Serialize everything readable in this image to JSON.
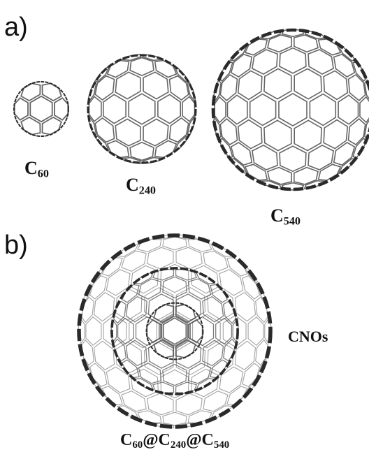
{
  "panels": {
    "a": {
      "label": "a)"
    },
    "b": {
      "label": "b)"
    }
  },
  "fullerenes": [
    {
      "element": "C",
      "subscript": "60"
    },
    {
      "element": "C",
      "subscript": "240"
    },
    {
      "element": "C",
      "subscript": "540"
    }
  ],
  "onion": {
    "label": "CNOs",
    "formula": [
      {
        "element": "C",
        "subscript": "60"
      },
      {
        "sep": "@"
      },
      {
        "element": "C",
        "subscript": "240"
      },
      {
        "sep": "@"
      },
      {
        "element": "C",
        "subscript": "540"
      }
    ]
  },
  "colors": {
    "cage_stroke": "#555555",
    "cage_rim": "#2a2a2a",
    "text": "#111111"
  }
}
